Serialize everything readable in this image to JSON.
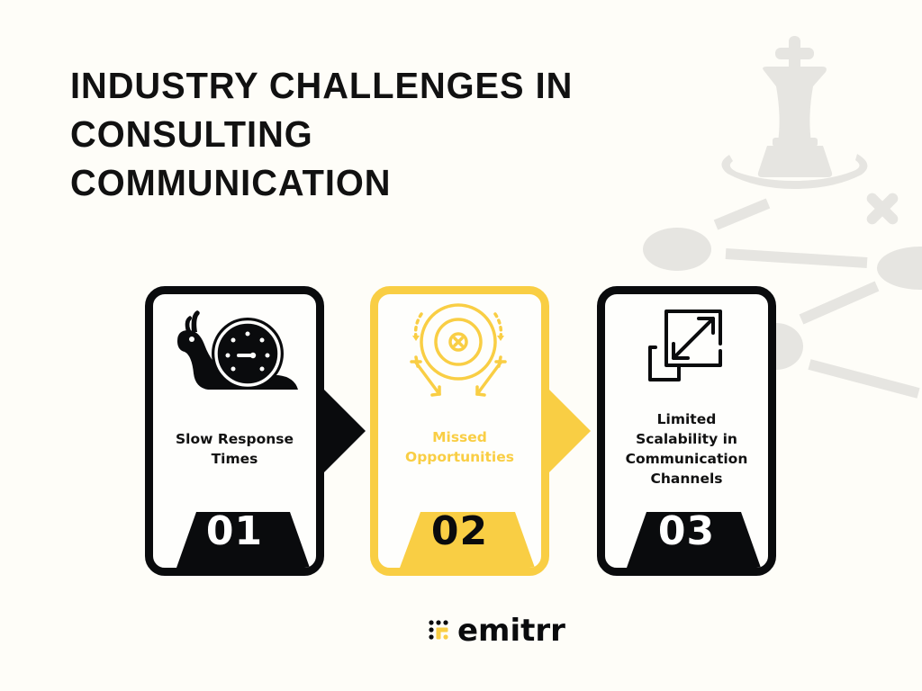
{
  "title": {
    "lines": [
      "INDUSTRY CHALLENGES IN",
      "CONSULTING",
      "COMMUNICATION"
    ]
  },
  "colors": {
    "background": "#FEFDF8",
    "dark": "#0A0B0D",
    "accent_yellow": "#F9CE44",
    "decor_gray": "#E6E5E1"
  },
  "cards": [
    {
      "number": "01",
      "label_lines": [
        "Slow Response",
        "Times"
      ],
      "icon": "snail-speedometer-icon",
      "style": "dark"
    },
    {
      "number": "02",
      "label_lines": [
        "Missed",
        "Opportunities"
      ],
      "icon": "target-missed-arrows-icon",
      "style": "yellow"
    },
    {
      "number": "03",
      "label_lines": [
        "Limited",
        "Scalability in",
        "Communication",
        "Channels"
      ],
      "icon": "scale-resize-icon",
      "style": "dark"
    }
  ],
  "background_decor": {
    "icon": "chess-king-strategy-icon"
  },
  "logo": {
    "wordmark": "emitrr",
    "icon": "emitrr-dots-logo-icon"
  }
}
